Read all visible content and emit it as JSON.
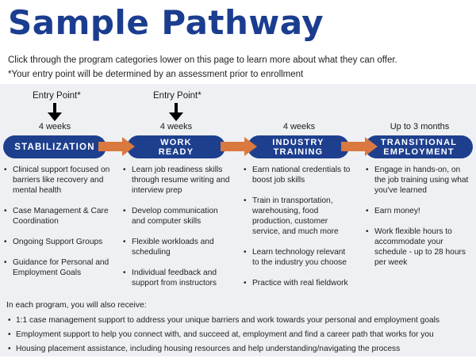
{
  "header": {
    "title": "Sample Pathway",
    "subtitle_1": "Click through the program categories lower on this page to learn more about what they can offer.",
    "subtitle_2": "*Your entry point will be determined by an assessment prior to enrollment"
  },
  "entry_point_label": "Entry Point*",
  "stages": [
    {
      "duration": "4 weeks",
      "name_lines": [
        "STABILIZATION"
      ],
      "bullets": [
        "Clinical support focused on barriers like recovery and mental health",
        "Case Management & Care Coordination",
        "Ongoing Support Groups",
        "Guidance for Personal and Employment Goals"
      ]
    },
    {
      "duration": "4 weeks",
      "name_lines": [
        "WORK",
        "READY"
      ],
      "bullets": [
        "Learn job readiness skills through resume writing and interview prep",
        "Develop communication and computer skills",
        "Flexible workloads and scheduling",
        "Individual feedback and support from instructors"
      ]
    },
    {
      "duration": "4 weeks",
      "name_lines": [
        "INDUSTRY",
        "TRAINING"
      ],
      "bullets": [
        "Earn national credentials to boost job skills",
        "Train in transportation, warehousing, food production, customer service, and much more",
        "Learn technology relevant to the industry you choose",
        "Practice with real fieldwork"
      ]
    },
    {
      "duration": "Up to 3 months",
      "name_lines": [
        "TRANSITIONAL",
        "EMPLOYMENT"
      ],
      "bullets": [
        "Engage in hands-on, on the job training using what you've learned",
        "Earn money!",
        "Work flexible hours to accommodate your schedule - up to 28 hours per week"
      ]
    }
  ],
  "receive": {
    "title": "In each program, you will also receive:",
    "items": [
      "1:1 case management support to address your unique barriers and work towards your personal and employment goals",
      "Employment support to help you connect with, and succeed at, employment and find a career path that works for you",
      "Housing placement assistance, including housing resources and help understanding/navigating the process"
    ]
  },
  "colors": {
    "title": "#1b3d8f",
    "pill": "#1d3f8e",
    "arrow": "#d9793f",
    "background": "#eef0f3"
  },
  "icons": {
    "entry_arrow": "down-arrow-icon",
    "step_arrow": "right-arrow-icon"
  }
}
